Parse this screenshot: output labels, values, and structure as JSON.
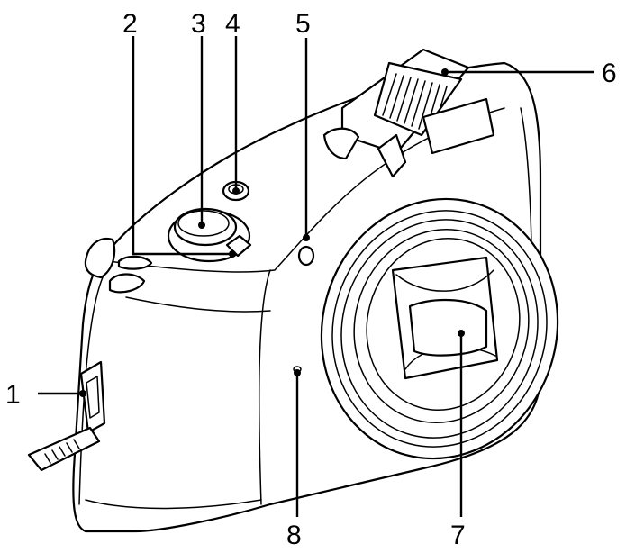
{
  "callouts": [
    {
      "id": "1",
      "label": "1"
    },
    {
      "id": "2",
      "label": "2"
    },
    {
      "id": "3",
      "label": "3"
    },
    {
      "id": "4",
      "label": "4"
    },
    {
      "id": "5",
      "label": "5"
    },
    {
      "id": "6",
      "label": "6"
    },
    {
      "id": "7",
      "label": "7"
    },
    {
      "id": "8",
      "label": "8"
    }
  ],
  "colors": {
    "line": "#000000",
    "fill": "#ffffff"
  }
}
